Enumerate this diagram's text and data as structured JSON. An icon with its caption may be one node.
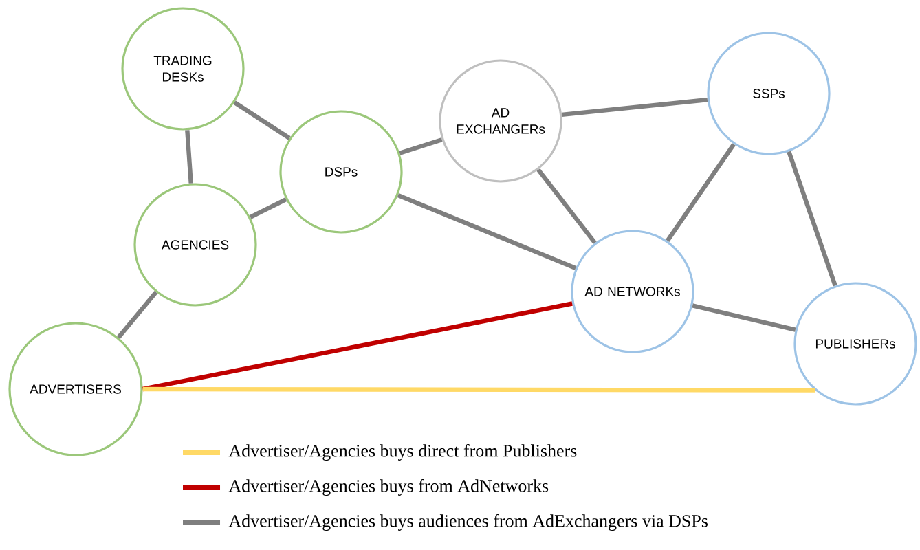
{
  "diagram": {
    "nodes": [
      {
        "text": [
          "TRADING DESKs"
        ]
      },
      {
        "text": [
          "DSPs"
        ]
      },
      {
        "text": [
          "AD EXCHANGERs"
        ]
      },
      {
        "text": [
          "SSPs"
        ]
      },
      {
        "text": [
          "AGENCIES"
        ]
      },
      {
        "text": [
          "AD NETWORKs"
        ]
      },
      {
        "text": [
          "PUBLISHERs"
        ]
      },
      {
        "text": [
          "ADVERTISERS"
        ]
      }
    ],
    "edges": [
      {
        "from": 0,
        "to": 1,
        "arrow": "none"
      },
      {
        "from": 0,
        "to": 4,
        "arrow": "none"
      },
      {
        "from": 4,
        "to": 1,
        "arrow": "none"
      },
      {
        "from": 1,
        "to": 2,
        "arrow": "none"
      },
      {
        "from": 2,
        "to": 3,
        "arrow": "none"
      },
      {
        "from": 2,
        "to": 5,
        "arrow": "none"
      },
      {
        "from": 1,
        "to": 5,
        "arrow": "none"
      },
      {
        "from": 3,
        "to": 5,
        "arrow": "none"
      },
      {
        "from": 3,
        "to": 6,
        "arrow": "none"
      },
      {
        "from": 5,
        "to": 6,
        "arrow": "none"
      },
      {
        "from": 4,
        "to": 7,
        "arrow": "none"
      },
      {
        "from": 7,
        "to": 5,
        "arrow": "none",
        "color": "#c00000"
      },
      {
        "from": 7,
        "to": 6,
        "arrow": "none",
        "color": "#ffd966"
      }
    ],
    "legend": [
      {
        "text": "Advertiser/Agencies buys direct from Publishers",
        "color": "#ffd966"
      },
      {
        "text": "Advertiser/Agencies buys from AdNetworks",
        "color": "#c00000"
      },
      {
        "text": "Advertiser/Agencies buys audiences from AdExchangers via DSPs",
        "color": "#7f7f7f"
      }
    ]
  }
}
